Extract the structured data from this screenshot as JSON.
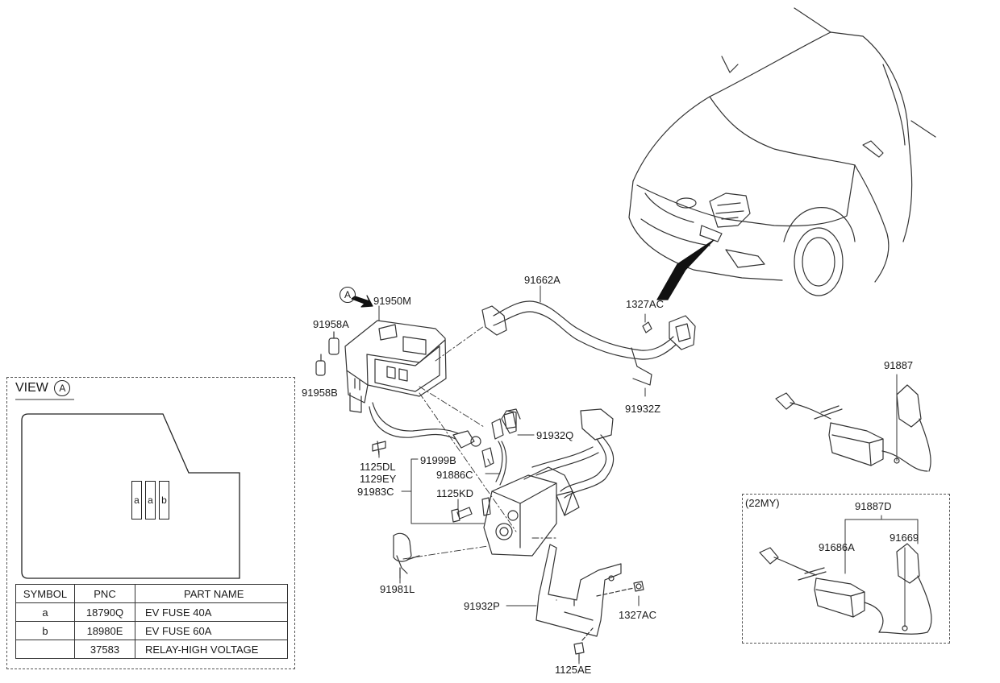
{
  "labels": {
    "p91950M": "91950M",
    "p91958A": "91958A",
    "p91958B": "91958B",
    "p91662A": "91662A",
    "p1327AC_top": "1327AC",
    "p91932Z": "91932Z",
    "p91932Q": "91932Q",
    "p1125DL": "1125DL",
    "p1129EY": "1129EY",
    "p91999B": "91999B",
    "p91886C": "91886C",
    "p91983C": "91983C",
    "p1125KD": "1125KD",
    "p91981L": "91981L",
    "p91932P": "91932P",
    "p1327AC_bottom": "1327AC",
    "p1125AE": "1125AE",
    "p91887": "91887",
    "p91887D": "91887D",
    "p91686A": "91686A",
    "p91669": "91669",
    "my22": "(22MY)",
    "viewA_marker": "A"
  },
  "view_panel": {
    "title": "VIEW",
    "marker": "A",
    "fuses": [
      "a",
      "a",
      "b"
    ]
  },
  "parts_table": {
    "headers": [
      "SYMBOL",
      "PNC",
      "PART NAME"
    ],
    "rows": [
      {
        "symbol": "a",
        "pnc": "18790Q",
        "name": "EV FUSE 40A"
      },
      {
        "symbol": "b",
        "pnc": "18980E",
        "name": "EV FUSE 60A"
      },
      {
        "symbol": "",
        "pnc": "37583",
        "name": "RELAY-HIGH VOLTAGE"
      }
    ]
  }
}
